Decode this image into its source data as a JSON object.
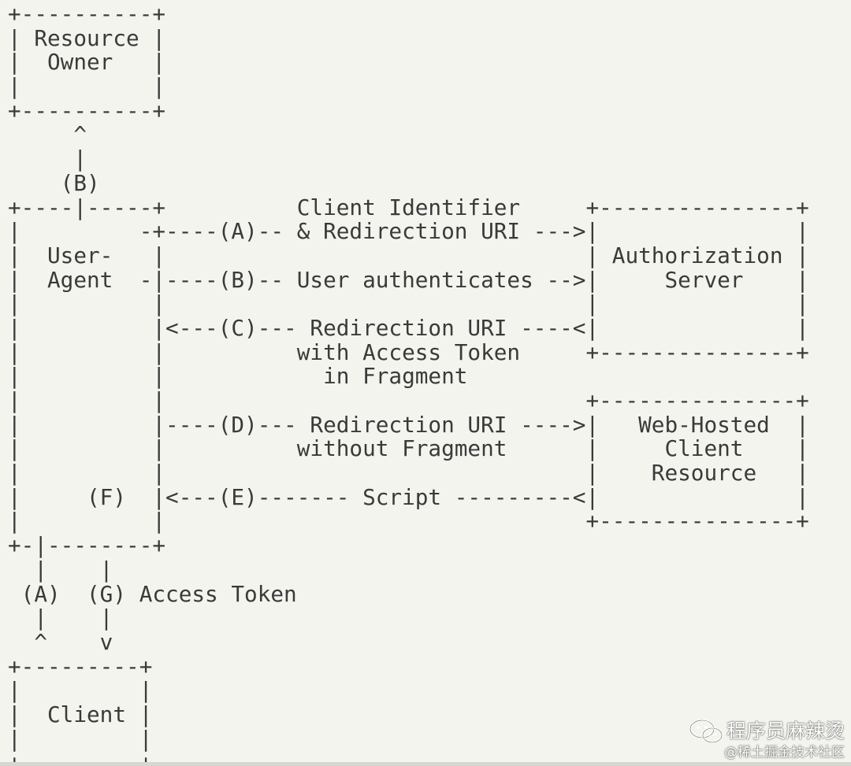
{
  "diagram": {
    "lines": [
      "+----------+",
      "| Resource |",
      "|  Owner   |",
      "|          |",
      "+----------+",
      "     ^",
      "     |",
      "    (B)",
      "+----|-----+          Client Identifier     +---------------+",
      "|         -+----(A)-- & Redirection URI --->|               |",
      "|  User-   |                                | Authorization |",
      "|  Agent  -|----(B)-- User authenticates -->|     Server    |",
      "|          |                                |               |",
      "|          |<---(C)--- Redirection URI ----<|               |",
      "|          |          with Access Token     +---------------+",
      "|          |            in Fragment",
      "|          |                                +---------------+",
      "|          |----(D)--- Redirection URI ---->|   Web-Hosted  |",
      "|          |          without Fragment      |     Client    |",
      "|          |                                |    Resource   |",
      "|     (F)  |<---(E)------- Script ---------<|               |",
      "|          |                                +---------------+",
      "+-|--------+",
      "  |    |",
      " (A)  (G) Access Token",
      "  |    |",
      "  ^    v",
      "+---------+",
      "|         |",
      "|  Client |",
      "|         |",
      "+---------+"
    ]
  },
  "watermark": {
    "icon": "wechat-icon",
    "main_text": "程序员麻辣烫",
    "sub_text": "@稀土掘金技术社区"
  }
}
